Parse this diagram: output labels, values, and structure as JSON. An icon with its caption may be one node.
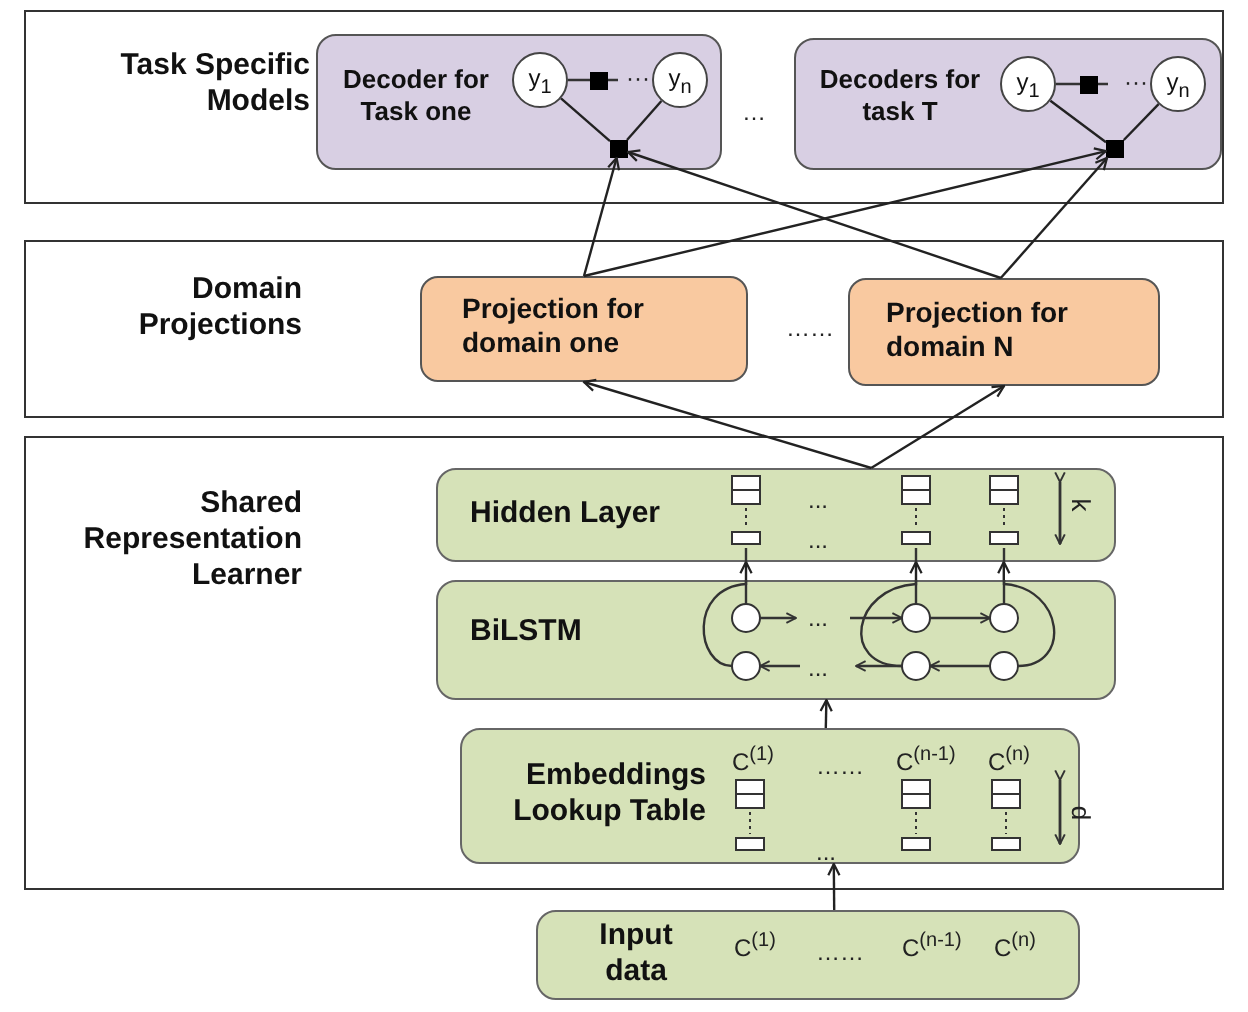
{
  "diagram": {
    "nodes": [
      {
        "text": [
          "Task Specific Models"
        ]
      },
      {
        "text": [
          "Decoder for Task one"
        ],
        "in": 0
      },
      {
        "text": [
          "y$_{1}$"
        ],
        "in": 1
      },
      {
        "text": [
          "y$_{n}$"
        ],
        "in": 1
      },
      {
        "text": [],
        "shape": "box",
        "in": 1
      },
      {
        "text": [
          "Decoders for task T"
        ],
        "in": 0
      },
      {
        "text": [
          "y$_{1}$"
        ],
        "in": 5
      },
      {
        "text": [
          "y$_{n}$"
        ],
        "in": 5
      },
      {
        "text": [],
        "shape": "box",
        "in": 5
      },
      {
        "text": [
          "Domain Projections"
        ]
      },
      {
        "text": [
          "Projection for domain one"
        ],
        "in": 9
      },
      {
        "text": [
          "Projection for domain N"
        ],
        "in": 9
      },
      {
        "text": [
          "Shared Representation Learner"
        ]
      },
      {
        "text": [
          "Hidden Layer"
        ],
        "in": 12
      },
      {
        "text": [
          "BiLSTM"
        ],
        "in": 12
      },
      {
        "text": [
          "Embeddings Lookup Table"
        ],
        "in": 12
      },
      {
        "text": [
          "Input data"
        ]
      }
    ],
    "edges": [
      {
        "from": 2,
        "to": 4,
        "arrow": "none"
      },
      {
        "from": 3,
        "to": 4,
        "arrow": "none"
      },
      {
        "from": 6,
        "to": 8,
        "arrow": "none"
      },
      {
        "from": 7,
        "to": 8,
        "arrow": "none"
      },
      {
        "from": 10,
        "to": 4,
        "arrow": "to"
      },
      {
        "from": 10,
        "to": 8,
        "arrow": "to"
      },
      {
        "from": 11,
        "to": 4,
        "arrow": "to"
      },
      {
        "from": 11,
        "to": 8,
        "arrow": "to"
      },
      {
        "from": 13,
        "to": 10,
        "arrow": "to"
      },
      {
        "from": 13,
        "to": 11,
        "arrow": "to"
      },
      {
        "from": 15,
        "to": 14,
        "arrow": "to"
      },
      {
        "from": 16,
        "to": 15,
        "arrow": "to"
      },
      {
        "from": 14,
        "to": 13,
        "arrow": "to"
      },
      {
        "from": 14,
        "to": 13,
        "arrow": "to"
      },
      {
        "from": 14,
        "to": 13,
        "arrow": "to"
      }
    ],
    "labels": [
      "···",
      "···",
      "…",
      "……",
      "...",
      "...",
      "k",
      "...",
      "...",
      "C$^{(1)}$",
      "……",
      "C$^{(n-1)}$",
      "C$^{(n)}$",
      "...",
      "d",
      "C$^{(1)}$",
      "……",
      "C$^{(n-1)}$",
      "C$^{(n)}$"
    ]
  }
}
